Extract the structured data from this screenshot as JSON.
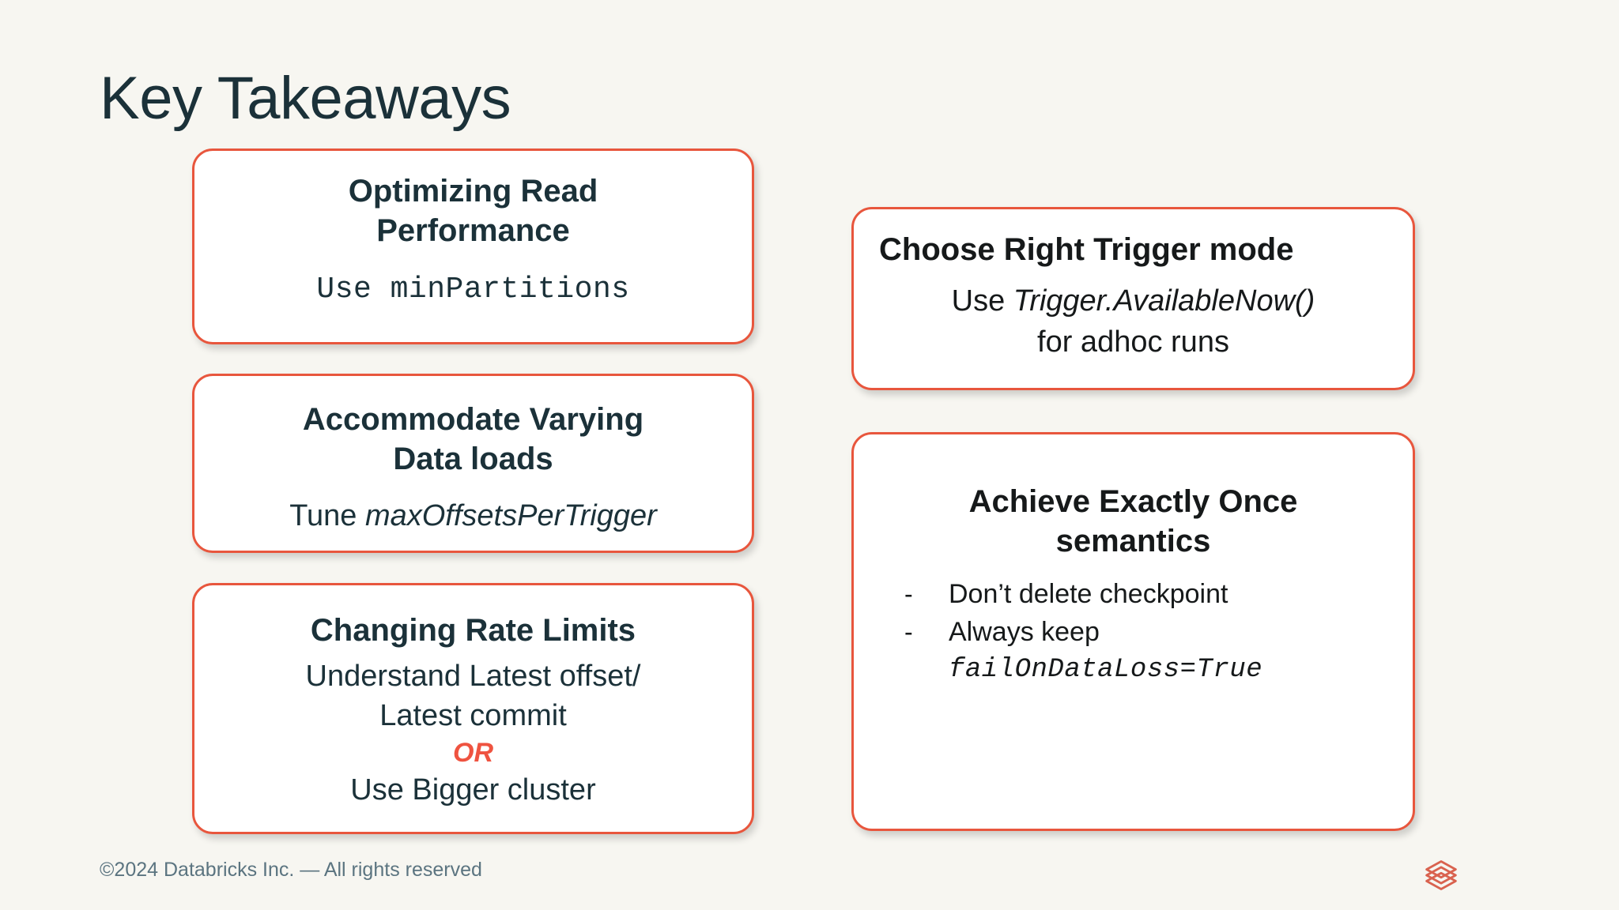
{
  "slide": {
    "title": "Key Takeaways",
    "background_color": "#f7f6f1",
    "accent_color": "#e8563d",
    "title_color": "#1b3139"
  },
  "left_column": {
    "cards": [
      {
        "heading_line_1": "Optimizing Read",
        "heading_line_2": "Performance",
        "body_prefix": "Use ",
        "body_mono": "minPartitions"
      },
      {
        "heading_line_1": "Accommodate Varying",
        "heading_line_2": "Data loads",
        "body_prefix": "Tune ",
        "body_italic": "maxOffsetsPerTrigger"
      },
      {
        "heading_line_1": "Changing Rate Limits",
        "body_line_1": "Understand Latest offset/",
        "body_line_2": "Latest commit",
        "separator": "OR",
        "body_line_3": "Use Bigger cluster"
      }
    ]
  },
  "right_column": {
    "cards": [
      {
        "heading_line_1": "Choose Right Trigger mode",
        "body_prefix": "Use ",
        "body_italic": "Trigger.AvailableNow()",
        "body_line_2": "for adhoc runs"
      },
      {
        "heading_line_1": "Achieve Exactly Once",
        "heading_line_2": "semantics",
        "bullets": [
          {
            "marker": "-",
            "text": "Don’t delete checkpoint"
          },
          {
            "marker": "-",
            "text": "Always keep",
            "mono_italic": "failOnDataLoss=True"
          }
        ]
      }
    ]
  },
  "footer": {
    "copyright": "©2024 Databricks Inc. — All rights reserved",
    "logo_name": "databricks-logo",
    "logo_color": "#e8563d",
    "copyright_color": "#5b7480"
  }
}
